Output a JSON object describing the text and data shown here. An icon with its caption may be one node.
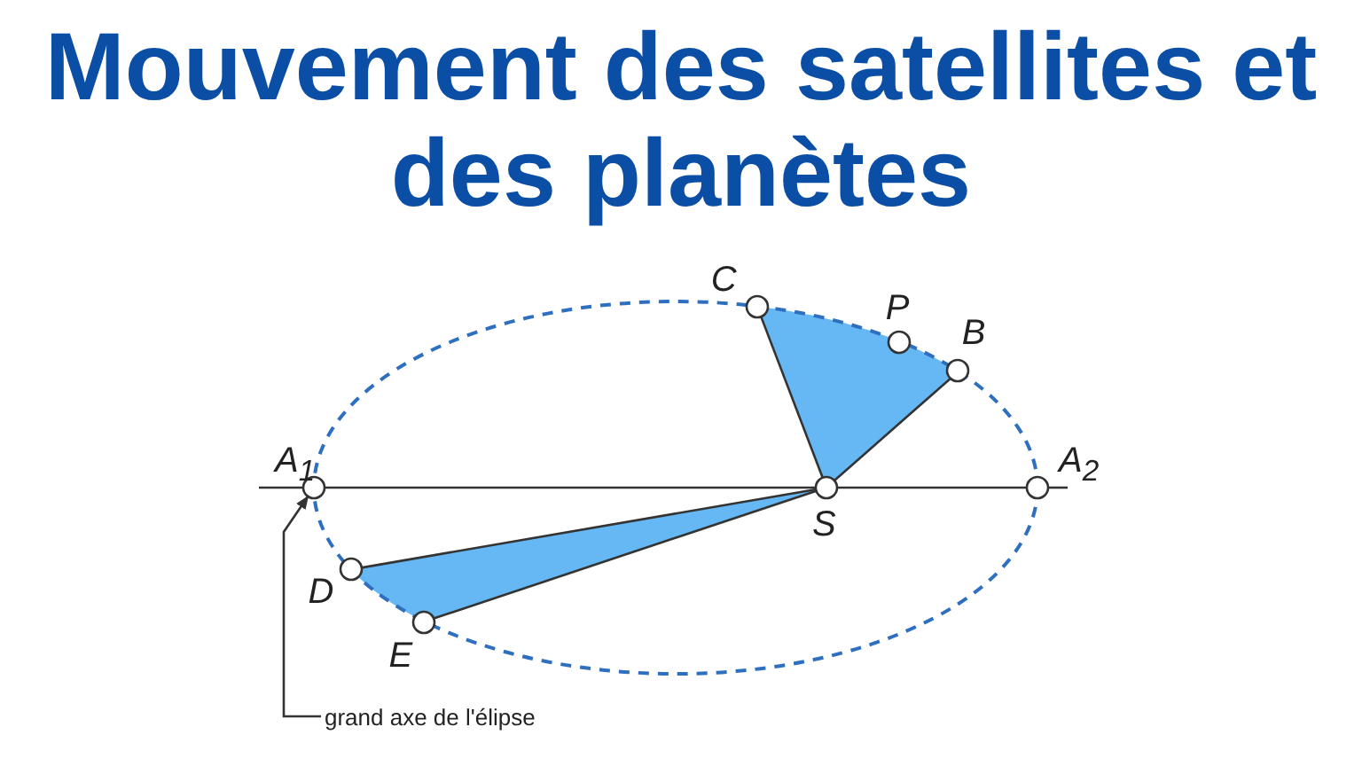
{
  "diagram": {
    "title": "Mouvement des satellites et des planètes",
    "nodes": [
      {
        "text": [
          "A$_{1}$"
        ]
      },
      {
        "text": [
          "A$_{2}$"
        ]
      },
      {
        "text": [
          "S"
        ]
      },
      {
        "text": [
          "C"
        ]
      },
      {
        "text": [
          "P"
        ]
      },
      {
        "text": [
          "B"
        ]
      },
      {
        "text": [
          "D"
        ]
      },
      {
        "text": [
          "E"
        ]
      },
      {
        "text": [
          "grand axe de l'élipse"
        ]
      }
    ],
    "edges": [
      {
        "from": 0,
        "to": 2,
        "arrow": "none"
      },
      {
        "from": 2,
        "to": 1,
        "arrow": "none"
      },
      {
        "from": 2,
        "to": 3,
        "arrow": "none"
      },
      {
        "from": 2,
        "to": 5,
        "arrow": "none"
      },
      {
        "from": 2,
        "to": 6,
        "arrow": "none"
      },
      {
        "from": 2,
        "to": 7,
        "arrow": "none"
      },
      {
        "from": 8,
        "to": 0,
        "arrow": "to"
      }
    ]
  }
}
